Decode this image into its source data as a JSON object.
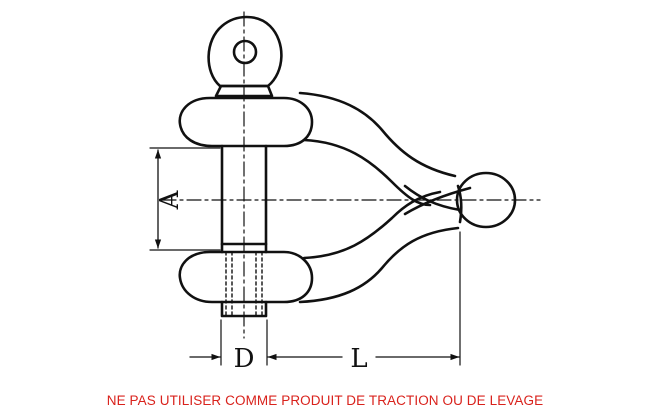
{
  "diagram": {
    "dimension_labels": {
      "a": "A",
      "d": "D",
      "l": "L"
    },
    "warning_text": "NE PAS UTILISER COMME PRODUIT DE TRACTION OU DE LEVAGE",
    "colors": {
      "line": "#111111",
      "warning": "#d9221c",
      "background": "#ffffff"
    }
  }
}
